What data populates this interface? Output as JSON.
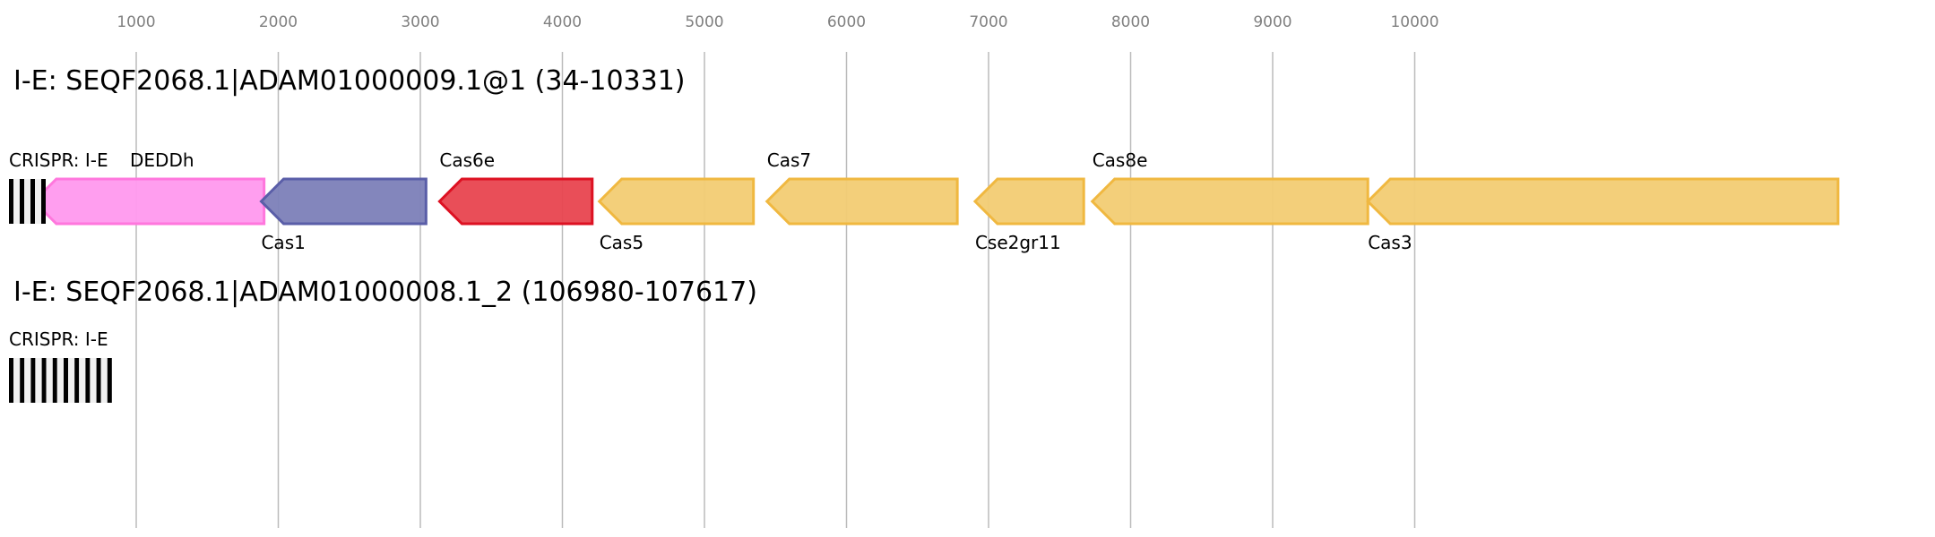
{
  "axis": {
    "ticks": [
      1000,
      2000,
      3000,
      4000,
      5000,
      6000,
      7000,
      8000,
      9000,
      10000
    ]
  },
  "loci": [
    {
      "title": "I-E: SEQF2068.1|ADAM01000009.1@1 (34-10331)",
      "crispr": {
        "label": "CRISPR: I-E",
        "repeats": 4
      },
      "genes": [
        {
          "name": "DEDDh",
          "start": 280,
          "end": 1900,
          "color": "#ff99ee",
          "stroke": "#ff77dd",
          "label_pos": "above"
        },
        {
          "name": "Cas1",
          "start": 1880,
          "end": 3040,
          "color": "#7c7fb8",
          "stroke": "#5a5ea8",
          "label_pos": "below"
        },
        {
          "name": "Cas6e",
          "start": 3135,
          "end": 4210,
          "color": "#e8444f",
          "stroke": "#dd1122",
          "label_pos": "above"
        },
        {
          "name": "Cas5",
          "start": 4260,
          "end": 5345,
          "color": "#f2cc73",
          "stroke": "#f0b840",
          "label_pos": "below"
        },
        {
          "name": "Cas7",
          "start": 5440,
          "end": 6780,
          "color": "#f2cc73",
          "stroke": "#f0b840",
          "label_pos": "above"
        },
        {
          "name": "Cse2gr11",
          "start": 6905,
          "end": 7670,
          "color": "#f2cc73",
          "stroke": "#f0b840",
          "label_pos": "below"
        },
        {
          "name": "Cas8e",
          "start": 7730,
          "end": 9670,
          "color": "#f2cc73",
          "stroke": "#f0b840",
          "label_pos": "above"
        },
        {
          "name": "Cas3",
          "start": 9670,
          "end": 12980,
          "color": "#f2cc73",
          "stroke": "#f0b840",
          "label_pos": "below"
        }
      ]
    },
    {
      "title": "I-E: SEQF2068.1|ADAM01000008.1_2 (106980-107617)",
      "crispr": {
        "label": "CRISPR: I-E",
        "repeats": 10
      },
      "genes": []
    }
  ]
}
